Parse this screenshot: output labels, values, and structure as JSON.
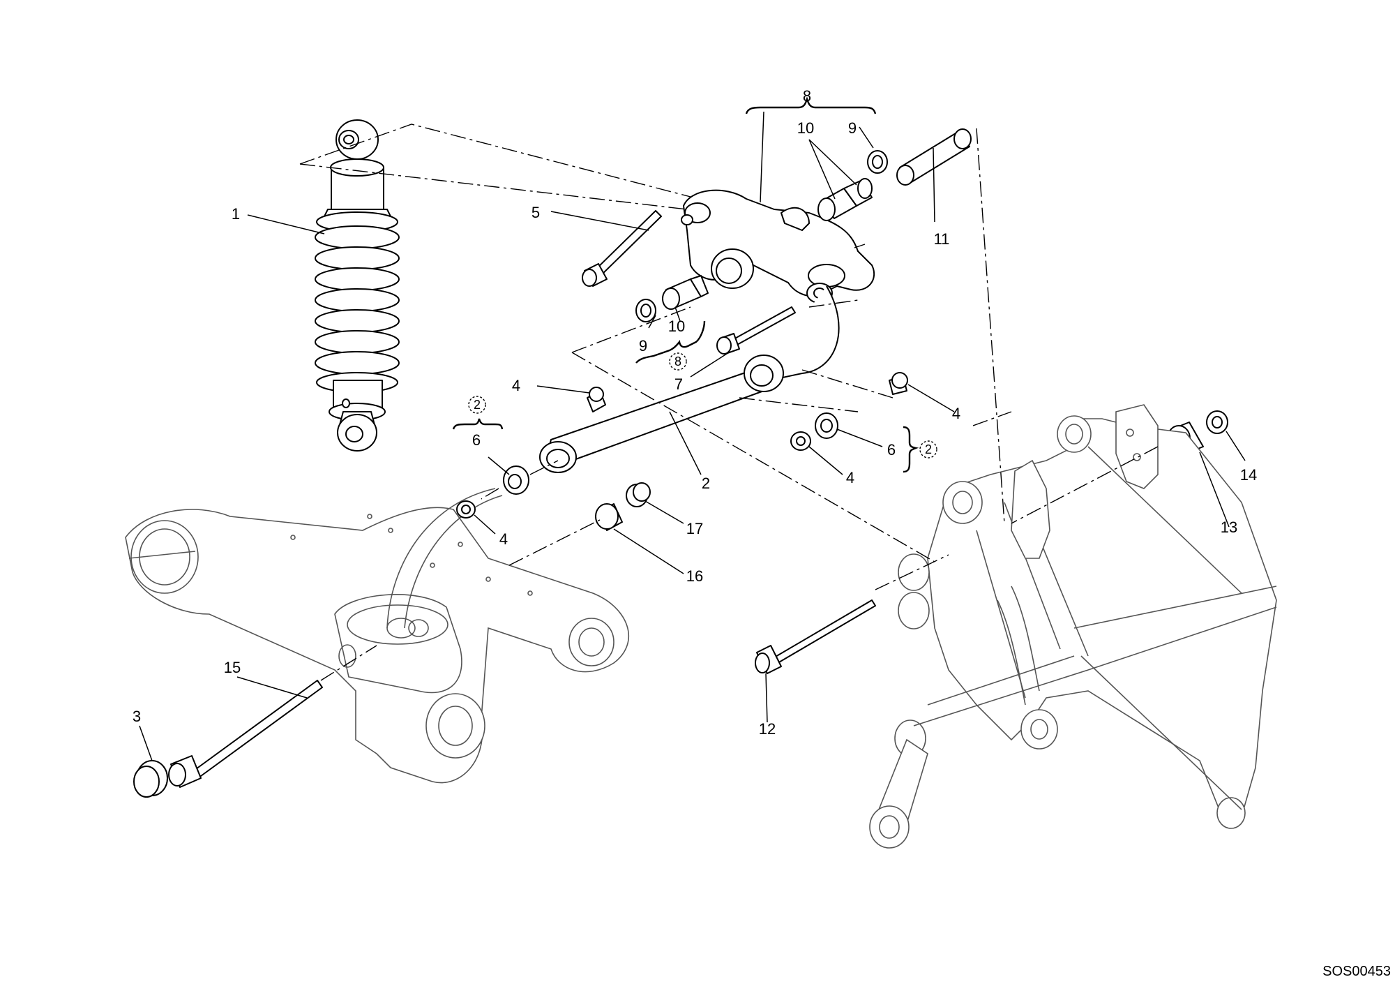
{
  "diagram": {
    "drawing_code": "SOS00453",
    "callouts": [
      {
        "id": "c1",
        "text": "1"
      },
      {
        "id": "c2",
        "text": "2"
      },
      {
        "id": "c3",
        "text": "3"
      },
      {
        "id": "c4a",
        "text": "4"
      },
      {
        "id": "c4b",
        "text": "4"
      },
      {
        "id": "c4c",
        "text": "4"
      },
      {
        "id": "c4d",
        "text": "4"
      },
      {
        "id": "c5",
        "text": "5"
      },
      {
        "id": "c6a",
        "text": "6"
      },
      {
        "id": "c6b",
        "text": "6"
      },
      {
        "id": "c7",
        "text": "7"
      },
      {
        "id": "c8",
        "text": "8"
      },
      {
        "id": "c9a",
        "text": "9"
      },
      {
        "id": "c9b",
        "text": "9"
      },
      {
        "id": "c10a",
        "text": "10"
      },
      {
        "id": "c10b",
        "text": "10"
      },
      {
        "id": "c11",
        "text": "11"
      },
      {
        "id": "c12",
        "text": "12"
      },
      {
        "id": "c13",
        "text": "13"
      },
      {
        "id": "c14",
        "text": "14"
      },
      {
        "id": "c15",
        "text": "15"
      },
      {
        "id": "c16",
        "text": "16"
      },
      {
        "id": "c17",
        "text": "17"
      }
    ],
    "kit_refs": [
      {
        "id": "k2a",
        "text": "2"
      },
      {
        "id": "k8",
        "text": "8"
      },
      {
        "id": "k2b",
        "text": "2"
      }
    ]
  }
}
